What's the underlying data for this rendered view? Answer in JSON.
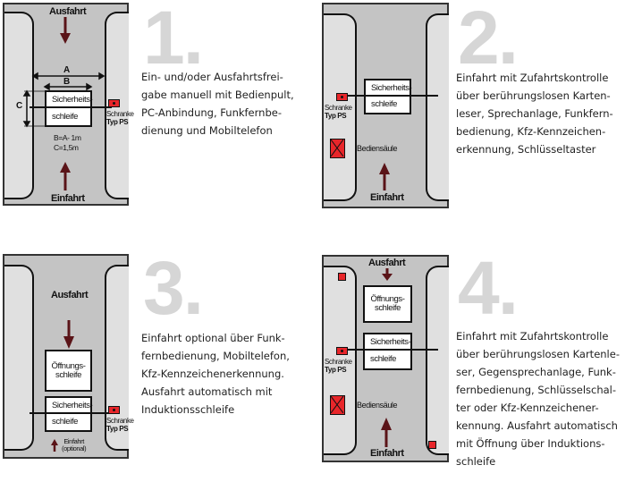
{
  "colors": {
    "road": "#c4c4c4",
    "island": "#e0e0e0",
    "number": "#d6d6d6",
    "arrow": "#5a1418",
    "device": "#e8262a",
    "text": "#222222"
  },
  "common": {
    "exit": "Ausfahrt",
    "entry": "Einfahrt",
    "safety_loop_1": "Sicherheits-",
    "safety_loop_2": "schleife",
    "opening_loop_1": "Öffnungs-",
    "opening_loop_2": "schleife",
    "barrier_1": "Schranke",
    "barrier_2": "Typ  PS",
    "control_pillar": "Bediensäule"
  },
  "panels": [
    {
      "number": "1.",
      "description": "Ein- und/oder Ausfahrtsfrei-\ngabe manuell mit Bedienpult,\nPC-Anbindung, Funkfernbe-\ndienung und Mobiltelefon",
      "dimensions": {
        "a": "A",
        "b": "B",
        "c": "C",
        "formula_b": "B=A- 1m",
        "formula_c": "C=1,5m"
      }
    },
    {
      "number": "2.",
      "description": "Einfahrt mit Zufahrtskontrolle\nüber berührungslosen Karten-\nleser, Sprechanlage, Funkfern-\nbedienung, Kfz-Kennzeichen-\nerkennung, Schlüsseltaster"
    },
    {
      "number": "3.",
      "description": "Einfahrt optional über Funk-\nfernbedienung, Mobiltelefon,\nKfz-Kennzeichenerkennung.\nAusfahrt automatisch mit\nInduktionsschleife",
      "entry_optional_1": "Einfahrt",
      "entry_optional_2": "(optional)"
    },
    {
      "number": "4.",
      "description": "Einfahrt mit Zufahrtskontrolle\nüber berührungslosen Kartenle-\nser, Gegensprechanlage, Funk-\nfernbedienung, Schlüsselschal-\nter oder Kfz-Kennzeichener-\nkennung. Ausfahrt automatisch\nmit Öffnung über Induktions-\nschleife"
    }
  ]
}
